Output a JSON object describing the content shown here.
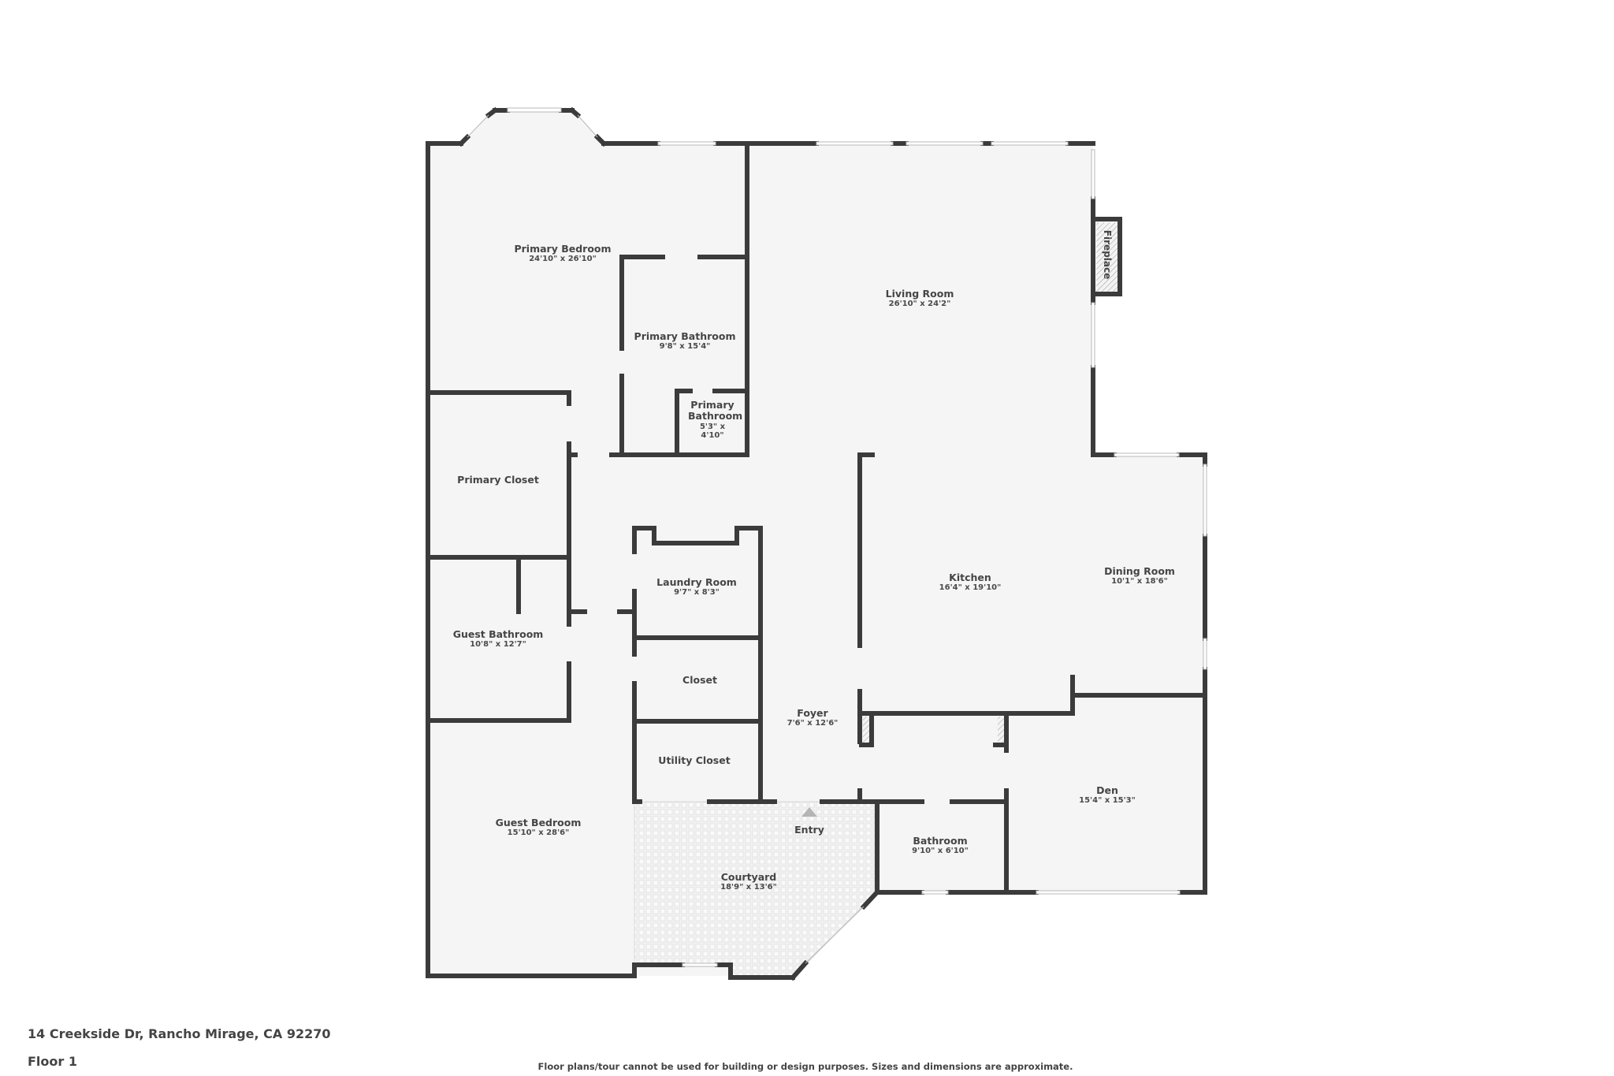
{
  "floorplan": {
    "address": "14 Creekside Dr, Rancho Mirage, CA 92270",
    "floor": "Floor 1",
    "disclaimer": "Floor plans/tour cannot be used for building or design purposes. Sizes and dimensions are approximate.",
    "colors": {
      "wall": "#3b3b3b",
      "floor": "#f5f5f5",
      "window": "#ffffff",
      "label": "#454545",
      "entry_marker": "#b5b5b5"
    },
    "rooms": [
      {
        "id": "primary-bedroom",
        "name": "Primary Bedroom",
        "dimensions": "24'10\" x 26'10\""
      },
      {
        "id": "living-room",
        "name": "Living Room",
        "dimensions": "26'10\" x 24'2\""
      },
      {
        "id": "primary-bathroom",
        "name": "Primary Bathroom",
        "dimensions": "9'8\" x 15'4\""
      },
      {
        "id": "primary-bathroom-small",
        "name": "Primary Bathroom",
        "dimensions": "5'3\" x 4'10\""
      },
      {
        "id": "primary-closet",
        "name": "Primary Closet",
        "dimensions": ""
      },
      {
        "id": "laundry-room",
        "name": "Laundry Room",
        "dimensions": "9'7\" x 8'3\""
      },
      {
        "id": "kitchen",
        "name": "Kitchen",
        "dimensions": "16'4\" x 19'10\""
      },
      {
        "id": "dining-room",
        "name": "Dining Room",
        "dimensions": "10'1\" x 18'6\""
      },
      {
        "id": "guest-bathroom",
        "name": "Guest Bathroom",
        "dimensions": "10'8\" x 12'7\""
      },
      {
        "id": "closet",
        "name": "Closet",
        "dimensions": ""
      },
      {
        "id": "foyer",
        "name": "Foyer",
        "dimensions": "7'6\" x 12'6\""
      },
      {
        "id": "utility-closet",
        "name": "Utility Closet",
        "dimensions": ""
      },
      {
        "id": "den",
        "name": "Den",
        "dimensions": "15'4\" x 15'3\""
      },
      {
        "id": "guest-bedroom",
        "name": "Guest Bedroom",
        "dimensions": "15'10\" x 28'6\""
      },
      {
        "id": "bathroom",
        "name": "Bathroom",
        "dimensions": "9'10\" x 6'10\""
      },
      {
        "id": "courtyard",
        "name": "Courtyard",
        "dimensions": "18'9\" x 13'6\""
      }
    ],
    "features": {
      "fireplace": "Fireplace",
      "entry": "Entry"
    }
  }
}
